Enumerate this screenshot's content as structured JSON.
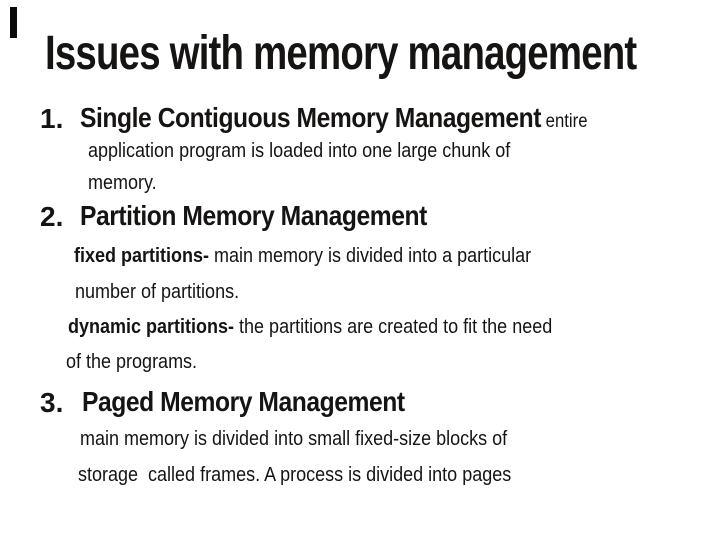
{
  "colors": {
    "background": "#ffffff",
    "text": "#161413"
  },
  "slide": {
    "title": "Issues with memory management",
    "items": [
      {
        "number": "1.",
        "heading": "Single Contiguous Memory Management",
        "heading_suffix": " entire",
        "body_line_1": "application program is loaded into one large chunk of",
        "body_line_2": "memory."
      },
      {
        "number": "2.",
        "heading": "Partition Memory Management",
        "sub_1_lead": "fixed partitions-",
        "sub_1_rest": " main memory is divided into a particular",
        "sub_2": "number of partitions.",
        "sub_3_lead": "dynamic partitions-",
        "sub_3_rest": " the partitions are created to fit the need",
        "sub_4": "of the programs."
      },
      {
        "number": "3.",
        "heading": "Paged Memory Management",
        "body_line_1": "main memory is divided into small fixed-size blocks of",
        "body_line_2": "storage  called frames. A process is divided into pages"
      }
    ]
  }
}
